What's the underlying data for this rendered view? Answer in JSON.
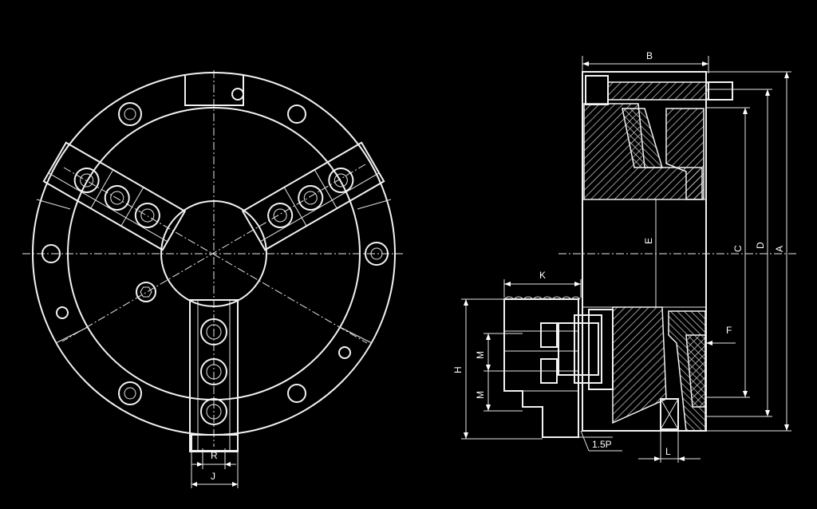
{
  "dimensions": {
    "A": "A",
    "B": "B",
    "C": "C",
    "D": "D",
    "E": "E",
    "F": "F",
    "H": "H",
    "J": "J",
    "K": "K",
    "L": "L",
    "M_upper": "M",
    "M_lower": "M",
    "R": "R",
    "pitch": "1.5P"
  },
  "colors": {
    "background": "#000000",
    "line": "#f2f2f2"
  }
}
